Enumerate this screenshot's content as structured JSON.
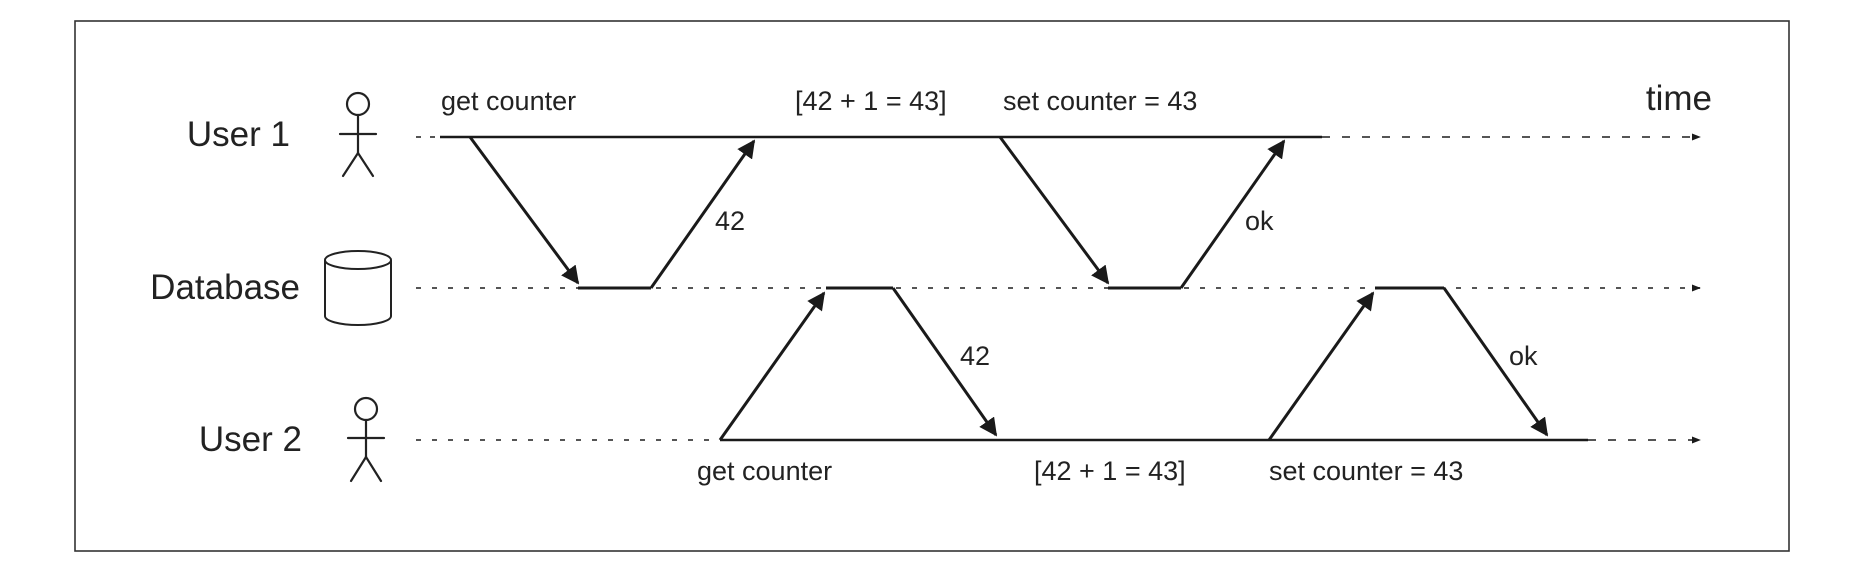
{
  "time_label": "time",
  "actors": {
    "user1": {
      "label": "User 1",
      "icon": "stick-figure-icon"
    },
    "database": {
      "label": "Database",
      "icon": "database-cylinder-icon"
    },
    "user2": {
      "label": "User 2",
      "icon": "stick-figure-icon"
    }
  },
  "user1_ops": {
    "get": "get counter",
    "compute": "[42 + 1 = 43]",
    "set": "set counter = 43"
  },
  "user2_ops": {
    "get": "get counter",
    "compute": "[42 + 1 = 43]",
    "set": "set counter = 43"
  },
  "responses": {
    "user1_read": "42",
    "user1_write": "ok",
    "user2_read": "42",
    "user2_write": "ok"
  },
  "colors": {
    "line": "#1a1a1a",
    "dotted": "#555555",
    "frame": "#333333",
    "text": "#222222"
  }
}
